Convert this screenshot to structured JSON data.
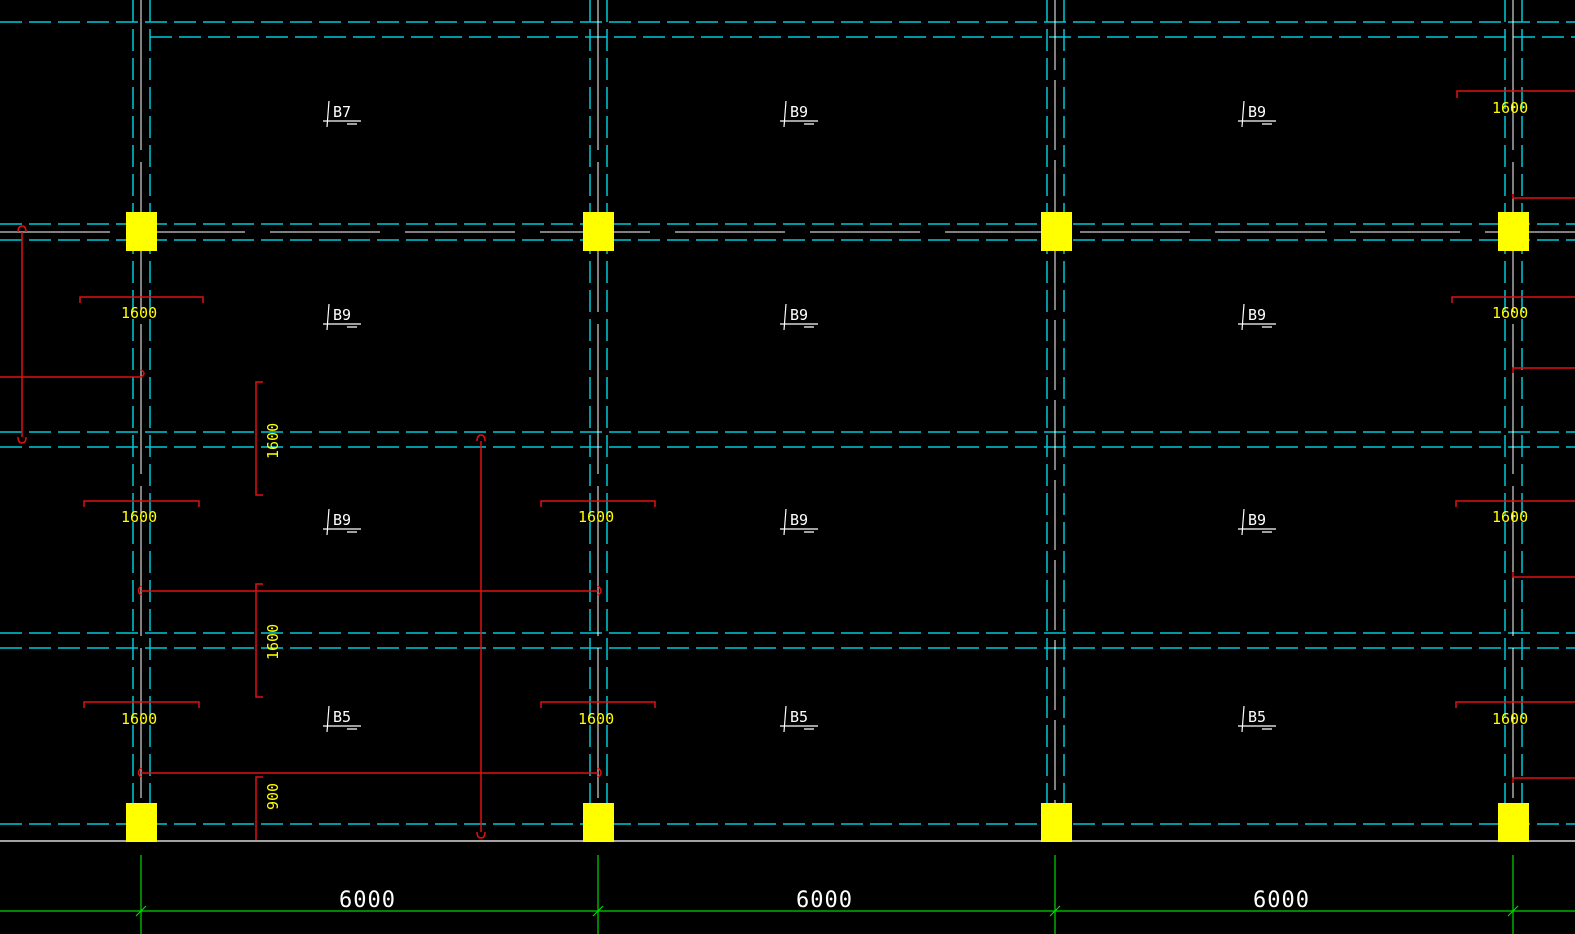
{
  "drawing": {
    "colors": {
      "background": "#000000",
      "beam_hidden": "#00c8d8",
      "beam_center": "#ffffff",
      "column": "#ffff00",
      "rebar": "#e01010",
      "rebar_text": "#ffff00",
      "slab_text": "#ffffff",
      "dimension": "#00d800",
      "dimension_text": "#ffffff"
    },
    "slab_labels": [
      "B7",
      "B9",
      "B9",
      "B9",
      "B9",
      "B9",
      "B9",
      "B9",
      "B9",
      "B5",
      "B5",
      "B5"
    ],
    "rebar_labels": [
      "1600",
      "1600",
      "1600",
      "1600",
      "1600",
      "1600",
      "1600",
      "1600",
      "1600",
      "1600",
      "900",
      "1600"
    ],
    "dimensions": [
      "6000",
      "6000",
      "6000"
    ]
  }
}
